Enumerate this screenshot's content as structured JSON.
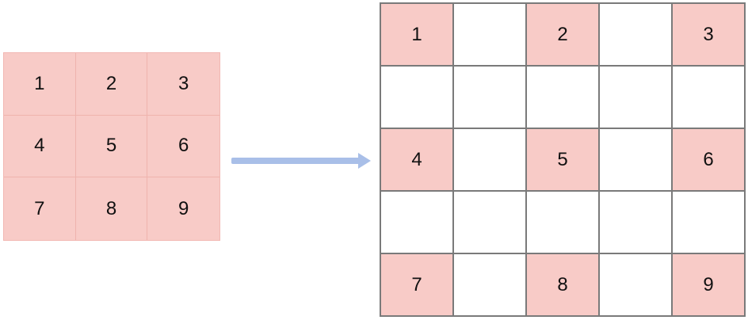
{
  "colors": {
    "cell_fill": "#f8cbc7",
    "empty_fill": "#ffffff",
    "grid_line": "#7a7a7a",
    "arrow": "#a9bfe8"
  },
  "input_grid": {
    "rows": 3,
    "cols": 3,
    "cells": [
      "1",
      "2",
      "3",
      "4",
      "5",
      "6",
      "7",
      "8",
      "9"
    ]
  },
  "arrow": {
    "icon": "right-arrow-icon"
  },
  "output_grid": {
    "rows": 5,
    "cols": 5,
    "cells": [
      "1",
      "",
      "2",
      "",
      "3",
      "",
      "",
      "",
      "",
      "",
      "4",
      "",
      "5",
      "",
      "6",
      "",
      "",
      "",
      "",
      "",
      "7",
      "",
      "8",
      "",
      "9"
    ]
  }
}
